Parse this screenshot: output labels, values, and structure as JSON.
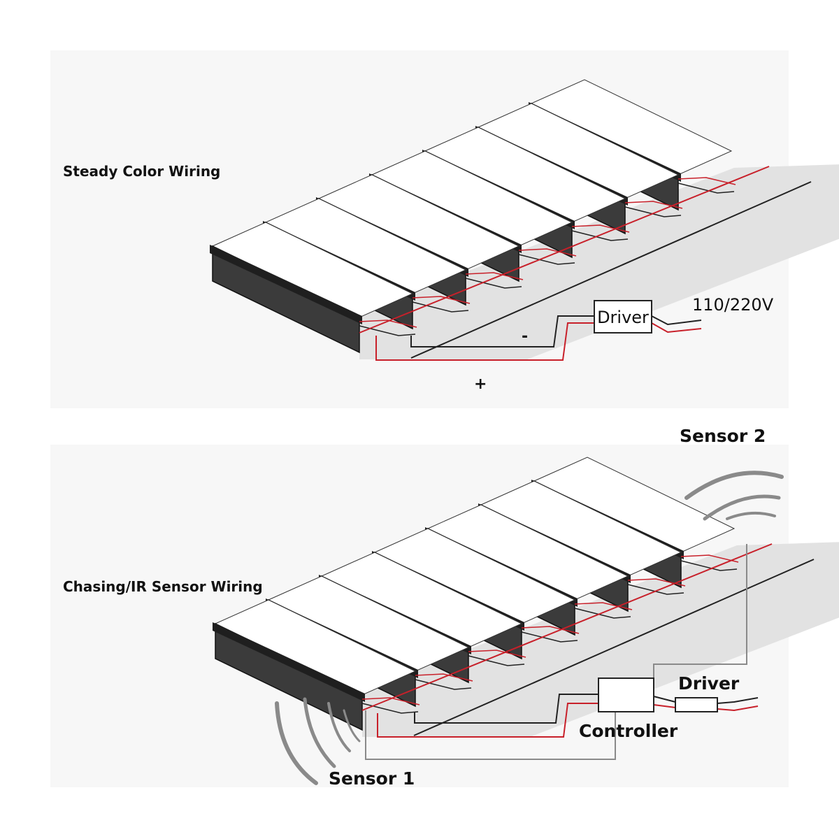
{
  "top_panel": {
    "title": "Steady Color Wiring",
    "driver_label": "Driver",
    "voltage_label": "110/220V",
    "negative_label": "-",
    "positive_label": "+",
    "step_count": 7
  },
  "bottom_panel": {
    "title": "Chasing/IR Sensor Wiring",
    "sensor_top_label": "Sensor 2",
    "sensor_bottom_label": "Sensor 1",
    "driver_label": "Driver",
    "controller_label": "Controller",
    "step_count": 7
  },
  "colors": {
    "positive_wire": "#c8202a",
    "negative_wire": "#222222",
    "strip": "#3b3b3b",
    "stringer": "#e2e2e2",
    "panel_bg": "#f7f7f7",
    "sensor_wave": "#8a8a8a"
  }
}
